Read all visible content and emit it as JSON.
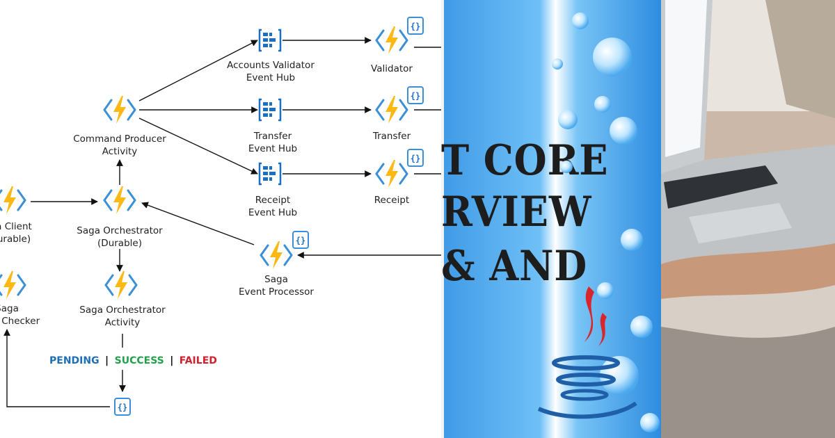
{
  "diagram": {
    "labels": {
      "accounts_validator_1": "Accounts Validator",
      "accounts_validator_2": "Event Hub",
      "validator": "Validator",
      "command_producer_1": "Command Producer",
      "command_producer_2": "Activity",
      "transfer_hub_1": "Transfer",
      "transfer_hub_2": "Event Hub",
      "transfer": "Transfer",
      "receipt_hub_1": "Receipt",
      "receipt_hub_2": "Event Hub",
      "receipt": "Receipt",
      "saga_client_1": "a Client",
      "saga_client_2": "urable)",
      "saga_orchestrator_1": "Saga Orchestrator",
      "saga_orchestrator_2": "(Durable)",
      "saga_event_processor_1": "Saga",
      "saga_event_processor_2": "Event Processor",
      "saga_status_checker_1": "Saga",
      "saga_status_checker_2": "s Checker",
      "saga_orchestrator_activity_1": "Saga Orchestrator",
      "saga_orchestrator_activity_2": "Activity"
    },
    "status": {
      "pending": "PENDING",
      "sep1": "|",
      "success": "SUCCESS",
      "sep2": "|",
      "failed": "FAILED"
    },
    "colors": {
      "function_bolt": "#fdb813",
      "function_bracket": "#3a8fd6",
      "event_hub": "#1c6fc1",
      "pending": "#1f6fb5",
      "success": "#22a04b",
      "failed": "#d0202e"
    }
  },
  "poster": {
    "line1": "T CORE",
    "line2": "RVIEW",
    "line3": "& AND",
    "logo": "java-logo-icon"
  },
  "photo": {
    "subject": "laptop-photo"
  }
}
